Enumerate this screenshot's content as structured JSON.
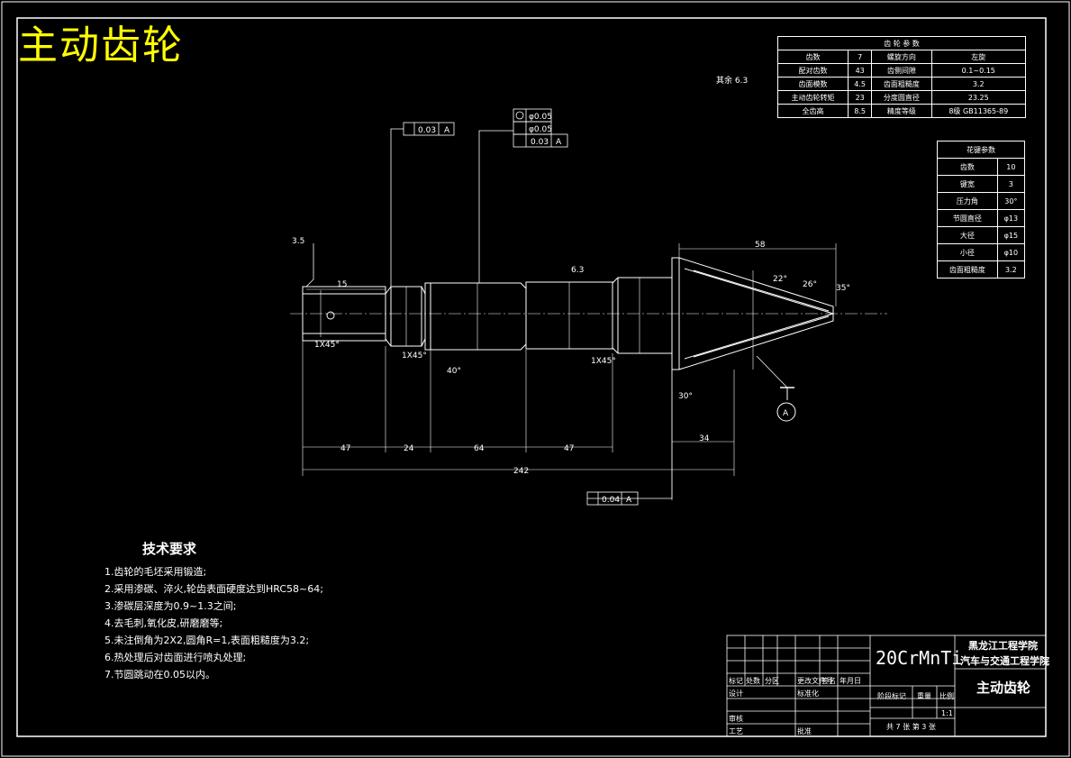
{
  "title": "主动齿轮",
  "gear_params": {
    "header": "齿 轮 参 数",
    "rows": [
      [
        "齿数",
        "7",
        "螺旋方向",
        "左旋"
      ],
      [
        "配对齿数",
        "43",
        "齿侧间隙",
        "0.1~0.15"
      ],
      [
        "齿面模数",
        "4.5",
        "齿面粗糙度",
        "3.2"
      ],
      [
        "主动齿轮转矩",
        "23",
        "分度圆直径",
        "23.25"
      ],
      [
        "全齿高",
        "8.5",
        "精度等级",
        "8级 GB11365-89"
      ]
    ]
  },
  "mate_params": {
    "header": "花键参数",
    "rows": [
      [
        "齿数",
        "10"
      ],
      [
        "键宽",
        "3"
      ],
      [
        "压力角",
        "30°"
      ],
      [
        "节圆直径",
        "φ13"
      ],
      [
        "大径",
        "φ15"
      ],
      [
        "小径",
        "φ10"
      ],
      [
        "齿面粗糙度",
        "3.2"
      ]
    ]
  },
  "dimensions": {
    "overall": "242",
    "seg1": "47",
    "seg2": "24",
    "seg3": "64",
    "seg4": "47",
    "cone_len": "34",
    "top_len": "58",
    "pin_len": "15",
    "chamfer1": "1X45°",
    "chamfer2": "1X45°",
    "chamfer3": "1X45°",
    "rough_left": "3.5",
    "rough_mid": "6.3",
    "angle_30": "30°",
    "angle_40": "40°",
    "cone_angle1": "22°",
    "cone_angle2": "26°",
    "cone_angle3": "35°",
    "datum": "A",
    "other_rough": "其余 6.3"
  },
  "tolerances": {
    "left": {
      "value": "0.03",
      "datum": "A"
    },
    "top": [
      {
        "value": "φ0.05"
      },
      {
        "value": "φ0.05"
      },
      {
        "value": "0.03",
        "datum": "A"
      }
    ],
    "bottom": {
      "value": "0.04",
      "datum": "A"
    }
  },
  "tech_requirements": {
    "title": "技术要求",
    "items": [
      "1.齿轮的毛坯采用锻造;",
      "2.采用渗碳、淬火,轮齿表面硬度达到HRC58~64;",
      "3.渗碳层深度为0.9~1.3之间;",
      "4.去毛刺,氧化皮,研磨磨等;",
      "5.未注倒角为2X2,圆角R=1,表面粗糙度为3.2;",
      "6.热处理后对齿面进行喷丸处理;",
      "7.节圆跳动在0.05以内。"
    ]
  },
  "title_block": {
    "material": "20CrMnTi",
    "school": "黑龙江工程学院",
    "department": "汽车与交通工程学院",
    "part_name": "主动齿轮",
    "labels": [
      "标记",
      "处数",
      "分区",
      "更改文件号",
      "签名",
      "年月日"
    ],
    "design": "设计",
    "standardize": "标准化",
    "review": "审核",
    "process": "工艺",
    "approve": "批准",
    "stage_mark": "阶段标记",
    "weight": "重量",
    "scale": "比例",
    "scale_value": "1:1",
    "sheets": "共 7 张  第 3 张"
  }
}
